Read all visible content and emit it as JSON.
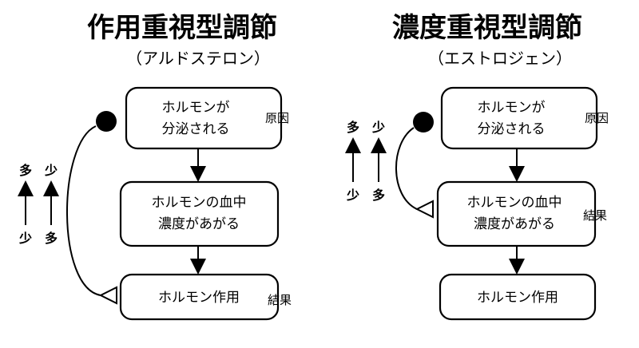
{
  "left": {
    "title": "作用重視型調節",
    "subtitle": "（アルドステロン）",
    "box1": [
      "ホルモンが",
      "分泌される"
    ],
    "box2": [
      "ホルモンの血中",
      "濃度があがる"
    ],
    "box3": [
      "ホルモン作用"
    ],
    "cause_label": "原因",
    "result_label": "結果",
    "amounts": {
      "top_left": "多",
      "top_right": "少",
      "bottom_left": "少",
      "bottom_right": "多"
    }
  },
  "right": {
    "title": "濃度重視型調節",
    "subtitle": "（エストロジェン）",
    "box1": [
      "ホルモンが",
      "分泌される"
    ],
    "box2": [
      "ホルモンの血中",
      "濃度があがる"
    ],
    "box3": [
      "ホルモン作用"
    ],
    "cause_label": "原因",
    "result_label": "結果",
    "amounts": {
      "top_left": "多",
      "top_right": "少",
      "bottom_left": "少",
      "bottom_right": "多"
    }
  }
}
